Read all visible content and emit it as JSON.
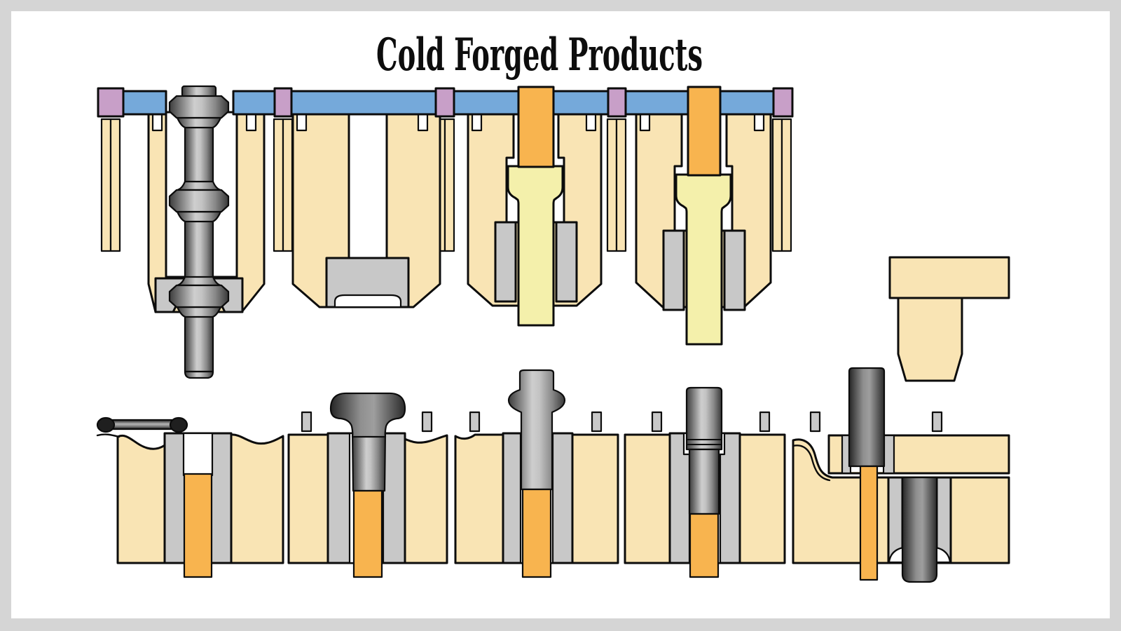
{
  "title": "Cold Forged Products",
  "colors": {
    "frame": "#d5d5d5",
    "panel": "#ffffff",
    "outline": "#0c0c0c",
    "ram_plate_blue": "#75a9da",
    "spacer_purple": "#c89fc8",
    "die_block_cream": "#f9e4b4",
    "punch_pale_yellow": "#f4f0ab",
    "ejector_orange": "#f8b44f",
    "insert_gray": "#c8c8c8"
  },
  "diagram": {
    "type": "cold-heading-progression-cross-section",
    "upper_assembly": {
      "punch_units": 4,
      "ram_spacers": 5,
      "orange_punch_drivers": 2,
      "pale_heading_punches": 2,
      "stepped_knockout_rod": 1
    },
    "lower_assembly": {
      "die_stations": 5,
      "guide_pins": 8,
      "orange_ejector_pins": 5,
      "transfer_tool": 1
    },
    "progression_stages": [
      "sheared-wire-blank",
      "cutoff-station-open-die",
      "rivet-preform-headed-blank",
      "cone-head-preform",
      "extruded-cylindrical-blank",
      "pierce-and-eject-station"
    ]
  }
}
